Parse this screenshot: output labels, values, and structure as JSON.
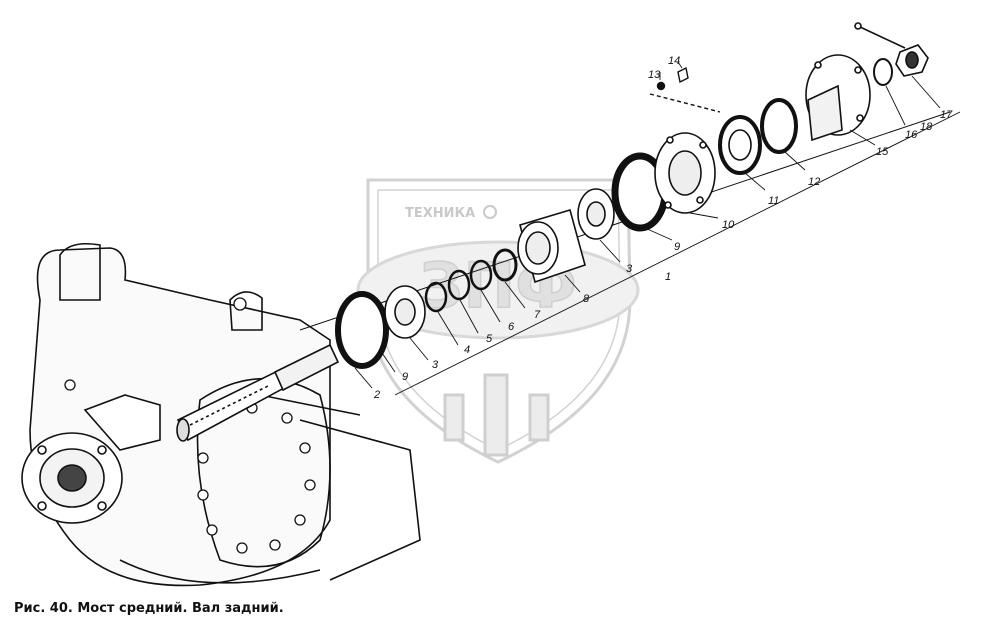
{
  "figure": {
    "caption": "Рис. 40. Мост средний. Вал задний.",
    "watermark_text": "ТЕХНИКА",
    "watermark_logo": "ЗПФ",
    "callouts": [
      "1",
      "2",
      "3",
      "3",
      "4",
      "5",
      "6",
      "7",
      "8",
      "9",
      "9",
      "10",
      "11",
      "12",
      "13",
      "14",
      "15",
      "16",
      "17",
      "18"
    ]
  },
  "colors": {
    "ink": "#111111",
    "watermark": "#cfcfcf",
    "background": "#ffffff"
  }
}
